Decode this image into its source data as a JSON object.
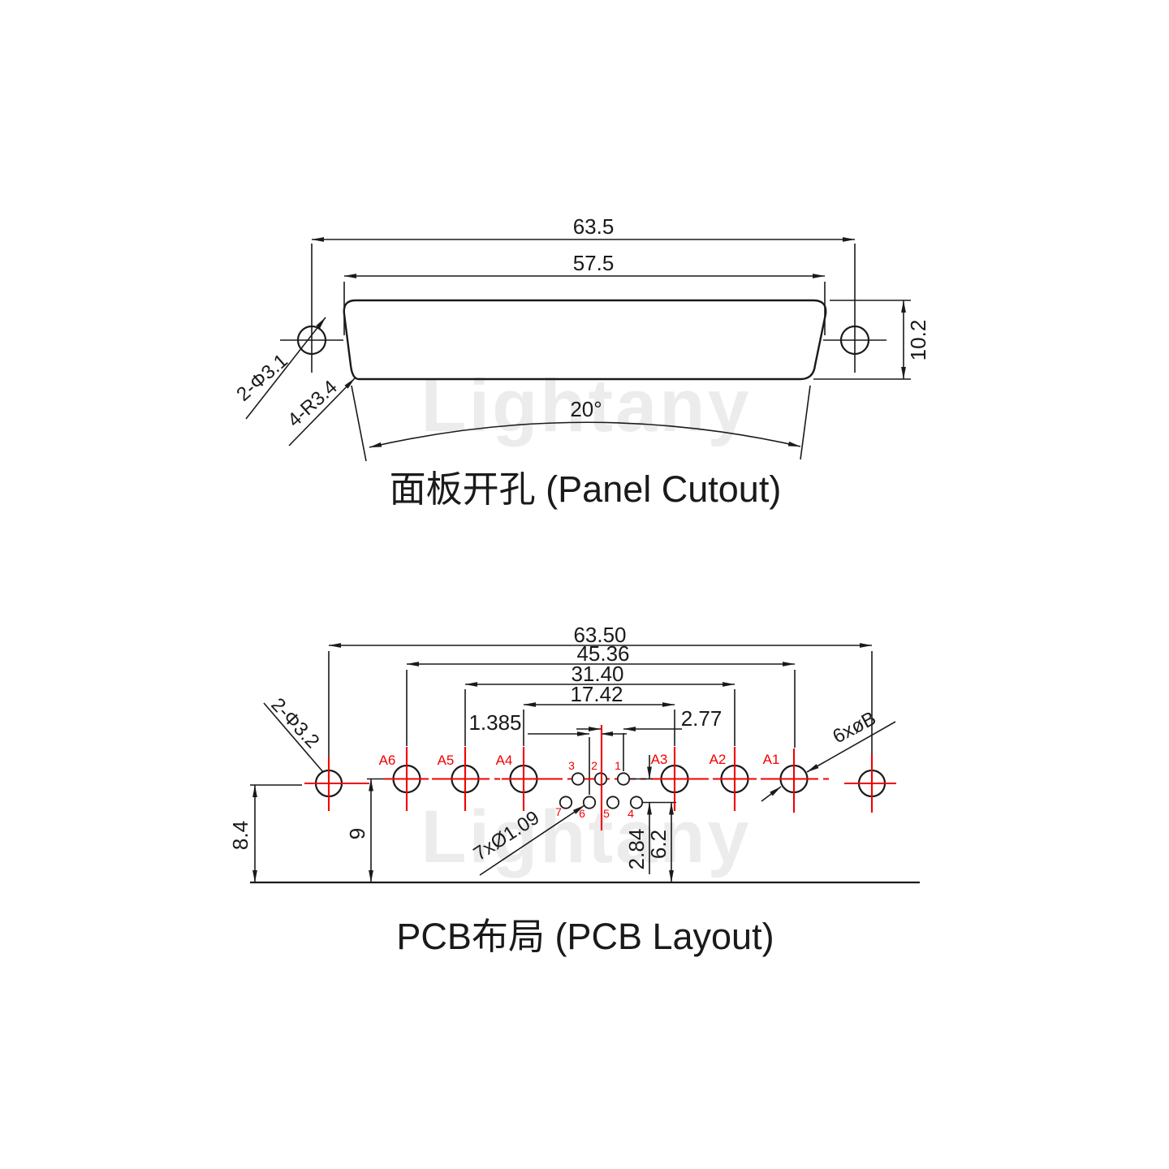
{
  "watermark": "Lightany",
  "colors": {
    "accent_red": "#f30000",
    "line": "#1a1a1a",
    "watermark_gray": "#ececec"
  },
  "panel_cutout": {
    "title": "面板开孔 (Panel Cutout)",
    "dim_outer_width": "63.5",
    "dim_inner_width": "57.5",
    "dim_height": "10.2",
    "dim_angle": "20°",
    "label_mount_holes": "2-Φ3.1",
    "label_corner_radius": "4-R3.4"
  },
  "pcb_layout": {
    "title": "PCB布局 (PCB Layout)",
    "dim_mount_span": "63.50",
    "dim_a_outer_span": "45.36",
    "dim_a_mid_span": "31.40",
    "dim_a_inner_span": "17.42",
    "dim_pin_pitch": "2.77",
    "dim_pin_offset": "1.385",
    "dim_row_height": "9",
    "dim_mount_height": "8.4",
    "dim_row_gap": "2.84",
    "dim_pin_row_height": "6.2",
    "label_mount_holes": "2-Φ3.2",
    "label_pin_holes": "7xØ1.09",
    "label_power_holes": "6xøB",
    "signal_labels": [
      "A6",
      "A5",
      "A4",
      "A3",
      "A2",
      "A1"
    ],
    "pin_numbers": [
      "1",
      "2",
      "3",
      "4",
      "5",
      "6",
      "7"
    ]
  }
}
